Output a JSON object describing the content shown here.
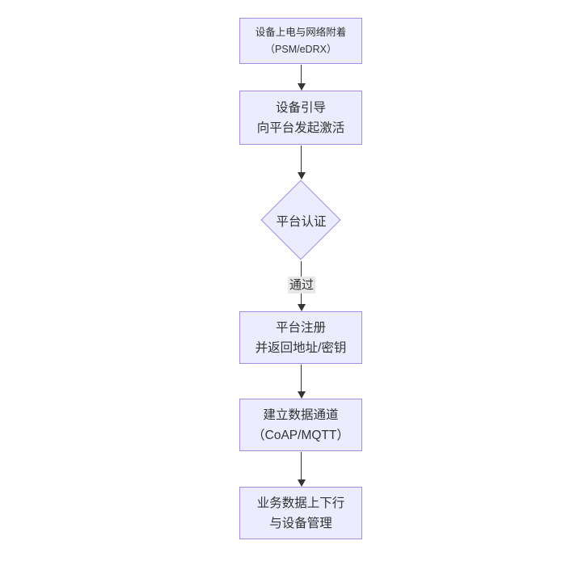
{
  "diagram": {
    "type": "flowchart",
    "direction": "top-down",
    "colors": {
      "background": "#FFFFFF",
      "node_fill": "#ECECFF",
      "node_border": "#A78BE0",
      "text": "#333333",
      "edge": "#333333",
      "edge_label_bg": "#E8E8E8"
    },
    "nodes": [
      {
        "id": "power-attach",
        "shape": "rect",
        "lines": [
          "设备上电与网络附着",
          "（PSM/eDRX）"
        ]
      },
      {
        "id": "bootstrap",
        "shape": "rect",
        "lines": [
          "设备引导",
          "向平台发起激活"
        ]
      },
      {
        "id": "platform-auth",
        "shape": "diamond",
        "lines": [
          "平台认证"
        ]
      },
      {
        "id": "register",
        "shape": "rect",
        "lines": [
          "平台注册",
          "并返回地址/密钥"
        ]
      },
      {
        "id": "data-channel",
        "shape": "rect",
        "lines": [
          "建立数据通道",
          "（CoAP/MQTT）"
        ]
      },
      {
        "id": "business",
        "shape": "rect",
        "lines": [
          "业务数据上下行",
          "与设备管理"
        ]
      }
    ],
    "edges": [
      {
        "from": "power-attach",
        "to": "bootstrap",
        "label": ""
      },
      {
        "from": "bootstrap",
        "to": "platform-auth",
        "label": ""
      },
      {
        "from": "platform-auth",
        "to": "register",
        "label": "通过"
      },
      {
        "from": "register",
        "to": "data-channel",
        "label": ""
      },
      {
        "from": "data-channel",
        "to": "business",
        "label": ""
      }
    ]
  }
}
